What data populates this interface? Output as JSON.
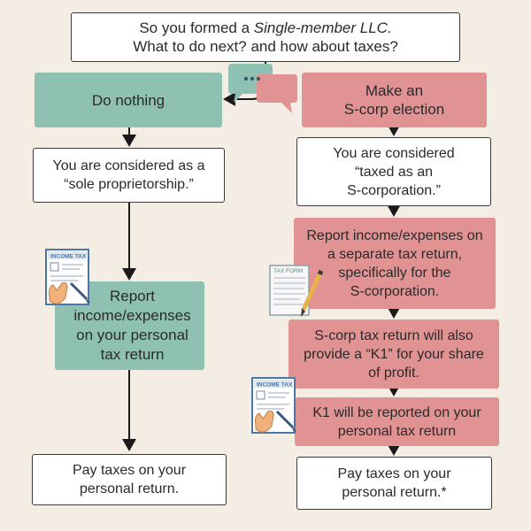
{
  "title": {
    "line1_prefix": "So you formed a ",
    "line1_emphasis": "Single-member LLC.",
    "line2": "What to do next? and how about taxes?"
  },
  "left": {
    "option": "Do nothing",
    "considered": [
      "You are considered as a",
      "“sole proprietorship.”"
    ],
    "report": [
      "Report",
      "income/expenses",
      "on your personal",
      "tax return"
    ],
    "pay": [
      "Pay taxes on your",
      "personal return."
    ]
  },
  "right": {
    "option": [
      "Make an",
      "S-corp election"
    ],
    "considered": [
      "You are considered",
      "“taxed as an",
      "S-corporation.”"
    ],
    "report": [
      "Report income/expenses on",
      "a separate tax return,",
      "specifically for the",
      "S-corporation."
    ],
    "k1_provide": [
      "S-corp tax return will also",
      "provide a “K1” for your share",
      "of profit."
    ],
    "k1_report": [
      "K1 will be reported on your",
      "personal tax return"
    ],
    "pay": [
      "Pay taxes on your",
      "personal return.*"
    ]
  },
  "icons": {
    "income_tax_label": "INCOME TAX",
    "tax_form_label": "TAX FORM"
  },
  "colors": {
    "teal": "#8fc1b2",
    "pink": "#e09392",
    "background": "#f3ede4",
    "line": "#1a1a1a"
  }
}
